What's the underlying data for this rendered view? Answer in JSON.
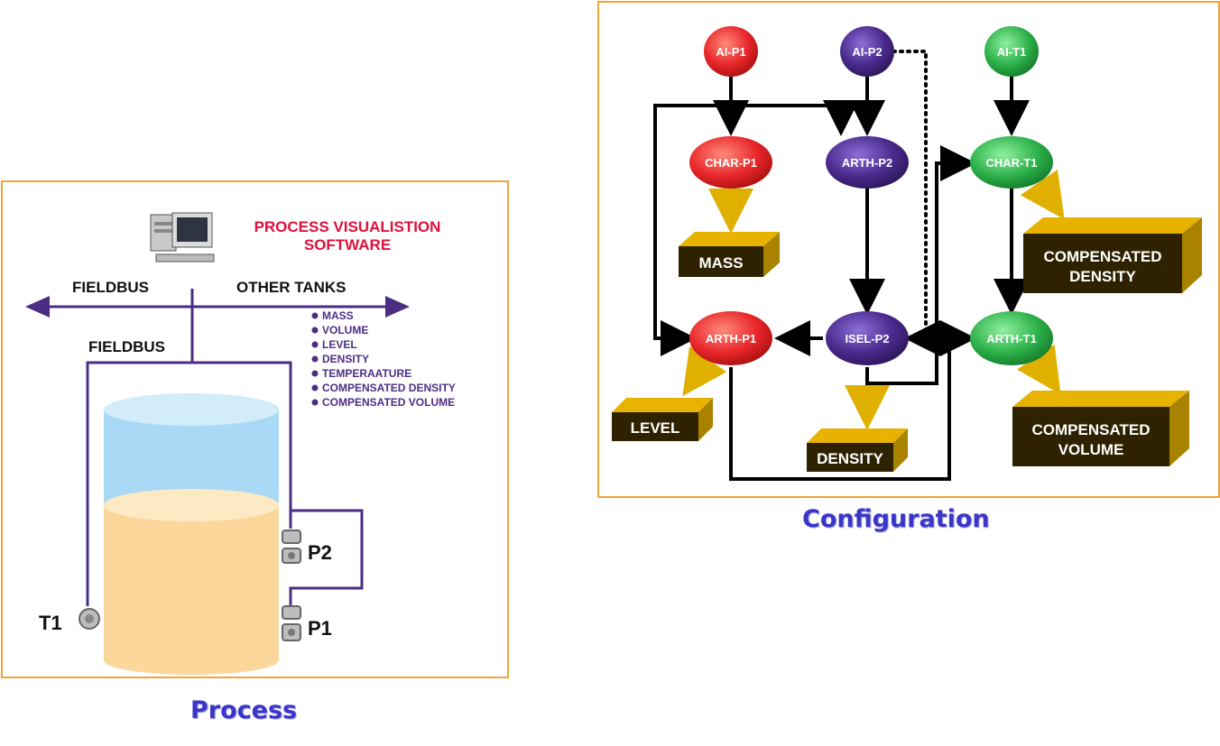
{
  "process": {
    "caption": "Process",
    "software_title_line1": "PROCESS VISUALISTION",
    "software_title_line2": "SOFTWARE",
    "fieldbus_top": "FIELDBUS",
    "other_tanks": "OTHER TANKS",
    "fieldbus_drop": "FIELDBUS",
    "measurements": [
      "MASS",
      "VOLUME",
      "LEVEL",
      "DENSITY",
      "TEMPERAATURE",
      "COMPENSATED DENSITY",
      "COMPENSATED VOLUME"
    ],
    "sensor_t1": "T1",
    "sensor_p2": "P2",
    "sensor_p1": "P1",
    "colors": {
      "bus": "#4b2e83",
      "title": "#e0103a",
      "tank_top": "#a9d9f5",
      "tank_fill": "#fbd79b"
    }
  },
  "configuration": {
    "caption": "Configuration",
    "nodes": {
      "ai_p1": "AI-P1",
      "ai_p2": "AI-P2",
      "ai_t1": "AI-T1",
      "char_p1": "CHAR-P1",
      "arth_p2": "ARTH-P2",
      "char_t1": "CHAR-T1",
      "arth_p1": "ARTH-P1",
      "isel_p2": "ISEL-P2",
      "arth_t1": "ARTH-T1"
    },
    "outputs": {
      "mass": "MASS",
      "comp_density_1": "COMPENSATED",
      "comp_density_2": "DENSITY",
      "level": "LEVEL",
      "density": "DENSITY",
      "comp_volume_1": "COMPENSATED",
      "comp_volume_2": "VOLUME"
    },
    "colors": {
      "red_node": "#e8262a",
      "purple_node": "#4a2a8c",
      "green_node": "#2db14a",
      "output_arrow": "#e0b000",
      "box_face": "#3a2c00",
      "box_side": "#c79a00"
    }
  }
}
